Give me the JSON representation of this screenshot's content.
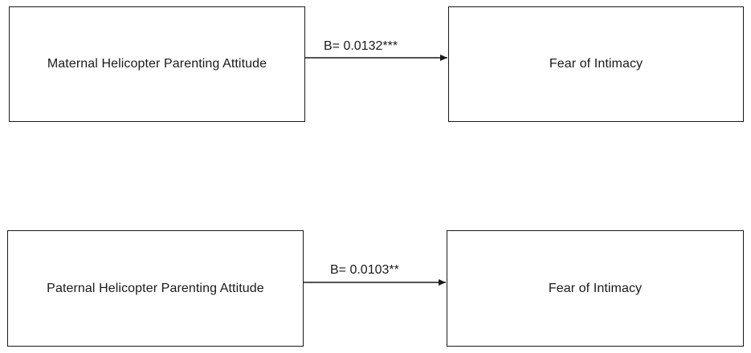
{
  "models": [
    {
      "predictor": "Maternal Helicopter Parenting Attitude",
      "outcome": "Fear of Intimacy",
      "coefficient": "B= 0.0132***"
    },
    {
      "predictor": "Paternal Helicopter Parenting Attitude",
      "outcome": "Fear of Intimacy",
      "coefficient": "B= 0.0103**"
    }
  ]
}
